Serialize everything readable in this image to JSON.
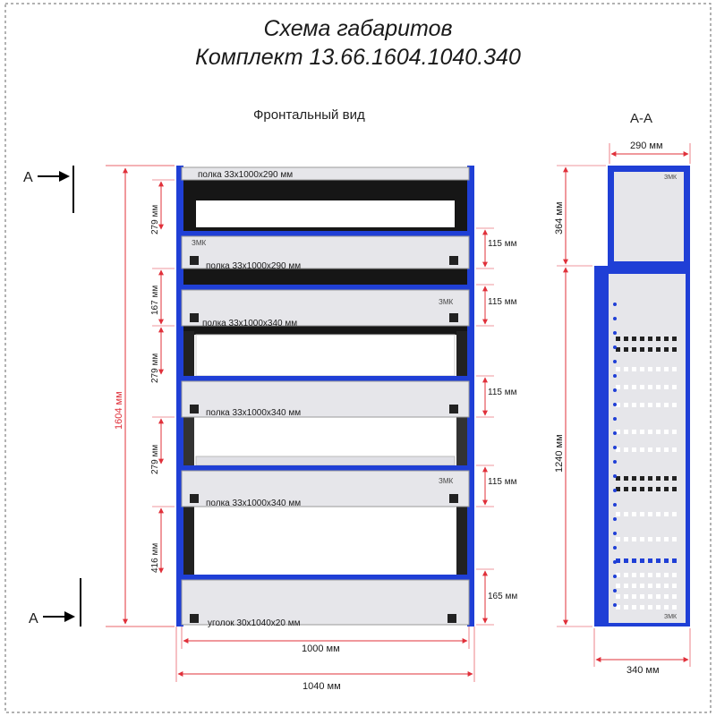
{
  "title": {
    "line1": "Схема габаритов",
    "line2": "Комплект 13.66.1604.1040.340"
  },
  "views": {
    "front": "Фронтальный вид",
    "section": "А-А"
  },
  "section_marks": {
    "top": "А",
    "bottom": "А"
  },
  "brand": "ЗМК",
  "colors": {
    "frame": "#1f3fd6",
    "dimension": "#e0303a",
    "shelf": "#e6e6ea",
    "shadow": "#161616",
    "text": "#1a1a1a"
  },
  "front": {
    "shelves": [
      {
        "label": "полка 33х1000х290 мм"
      },
      {
        "label": "полка 33х1000х290 мм"
      },
      {
        "label": "полка 33х1000х340 мм"
      },
      {
        "label": "полка 33х1000х340 мм"
      },
      {
        "label": "полка 33х1000х340 мм"
      }
    ],
    "base_label": "уголок 30х1040х20 мм",
    "dims": {
      "height_total": "1604 мм",
      "gaps": [
        "279 мм",
        "167 мм",
        "279 мм",
        "279 мм",
        "416 мм"
      ],
      "rails": [
        "115 мм",
        "115 мм",
        "115 мм",
        "115 мм",
        "165 мм"
      ],
      "width_inner": "1000 мм",
      "width_outer": "1040 мм"
    }
  },
  "side": {
    "dims": {
      "top_width": "290 мм",
      "top_height": "364 мм",
      "bottom_height": "1240 мм",
      "bottom_width": "340 мм"
    }
  }
}
